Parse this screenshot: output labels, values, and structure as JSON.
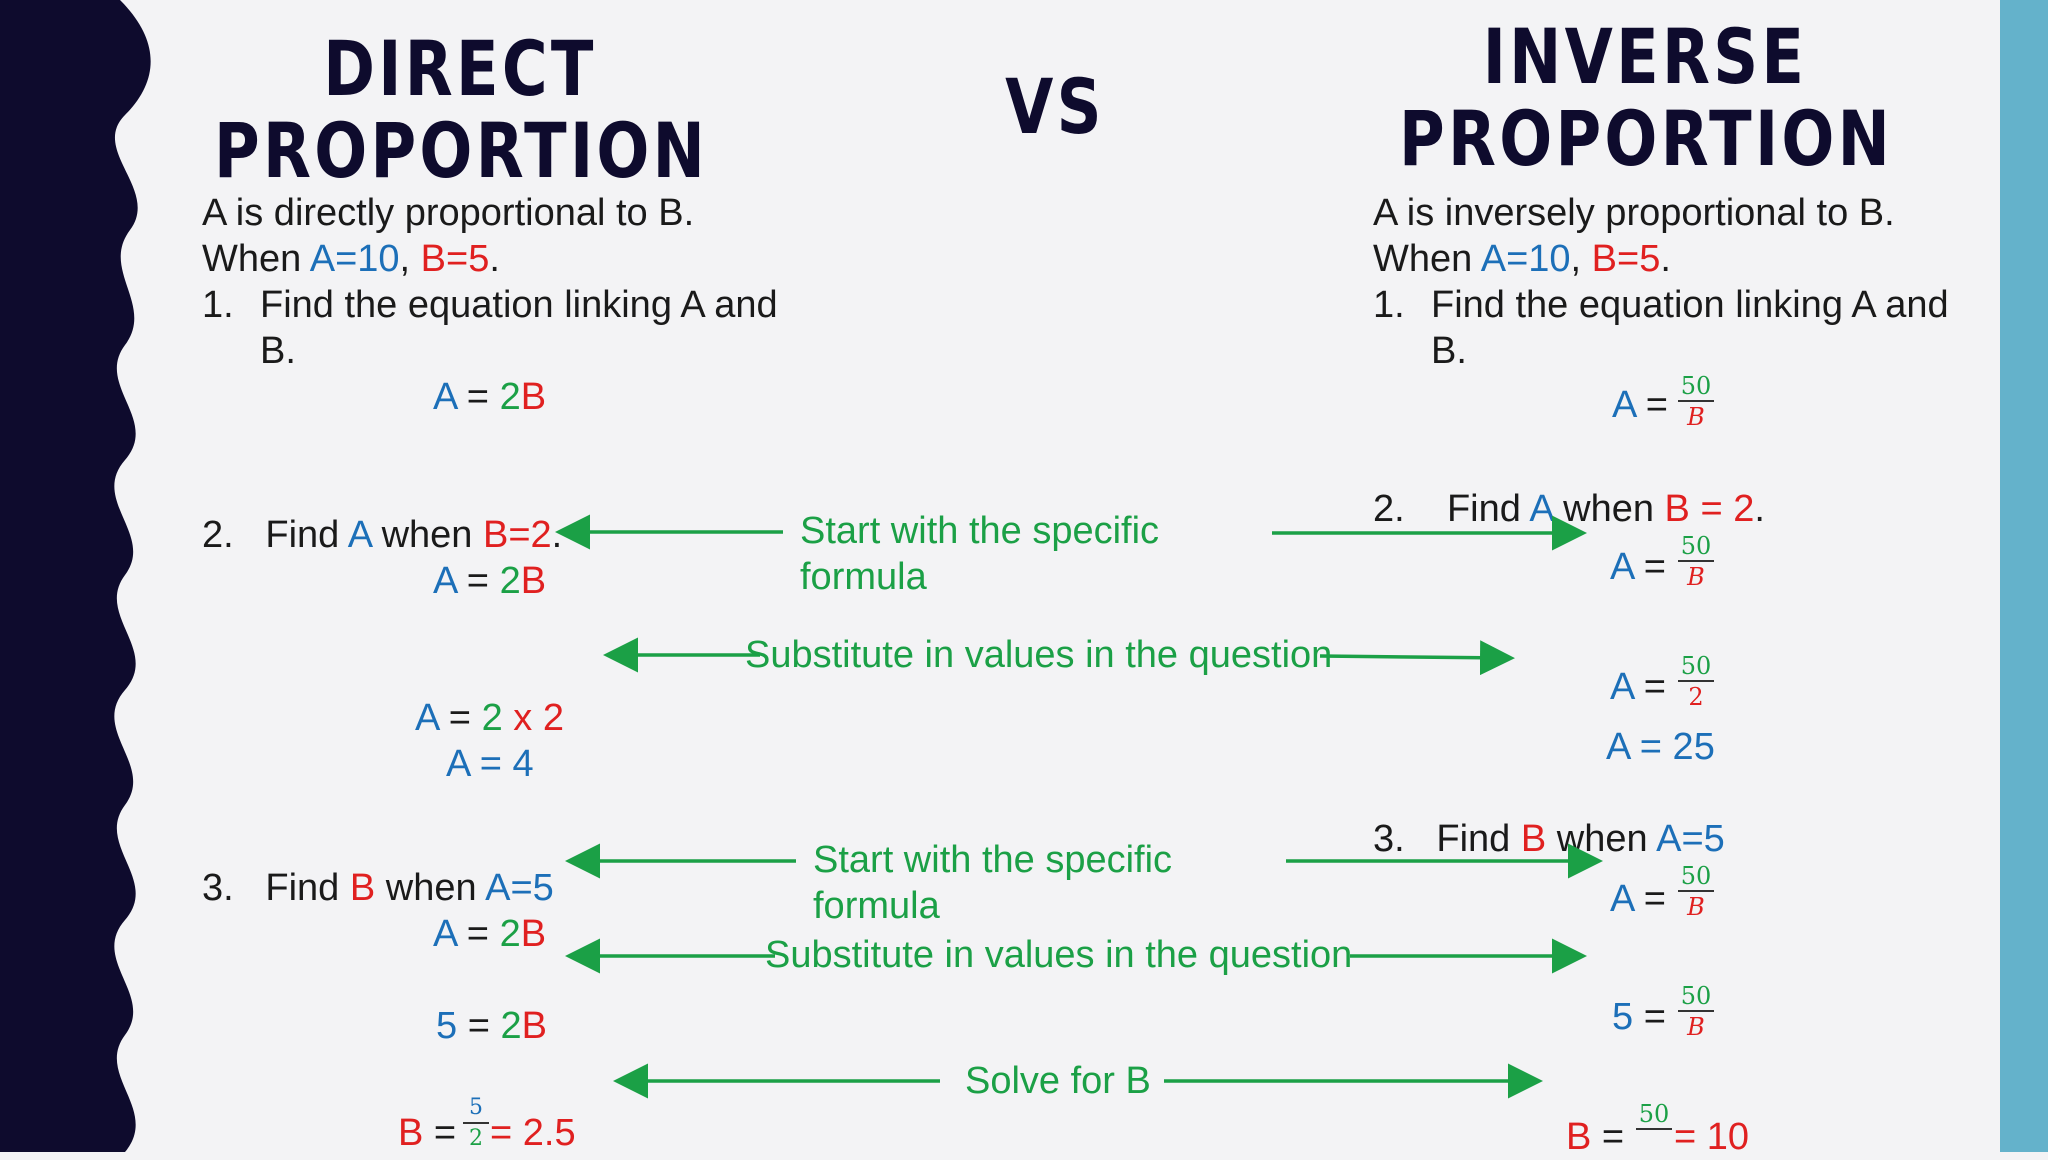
{
  "left": {
    "title_line1": "DIRECT",
    "title_line2": "PROPORTION",
    "intro1": "A is directly proportional to B.",
    "when": "When ",
    "a_val": "A=10",
    "comma": ", ",
    "b_val": "B=5",
    "dot": ".",
    "q1_num": "1.",
    "q1_text1": "Find the equation linking A and",
    "q1_text2": "B.",
    "q2_num": "2.",
    "q2_find": "Find ",
    "q2_a": "A",
    "q2_when": " when ",
    "q2_b": "B=2",
    "q2_dot": ".",
    "calc_a2": "A = 2 x 2",
    "calc_a4": "A = 4",
    "q3_num": "3.",
    "q3_find": "Find ",
    "q3_b": "B",
    "q3_when": " when ",
    "q3_a": "A=5",
    "sub5_a": "5",
    "sub5_eq": " = ",
    "sub5_2": "2",
    "sub5_b": "B",
    "final_b": "B",
    "final_eq": " = ",
    "final_num": "5",
    "final_den": "2",
    "final_res": " = 2.5"
  },
  "eq_A": "A",
  "eq_equals": " = ",
  "eq_2": "2",
  "eq_B": "B",
  "vs": "VS",
  "right": {
    "title_line1": "INVERSE",
    "title_line2": "PROPORTION",
    "intro1": "A is inversely proportional to B.",
    "when": "When ",
    "a_val": "A=10",
    "comma": ", ",
    "b_val": "B=5",
    "dot": ".",
    "q1_num": "1.",
    "q1_text1": "Find the equation linking A and",
    "q1_text2": "B.",
    "frac_num": "50",
    "frac_den": "B",
    "q2_num": "2.",
    "q2_find": "Find ",
    "q2_a": "A",
    "q2_when": " when ",
    "q2_b": "B = 2",
    "q2_dot": ".",
    "frac_den2": "2",
    "a25": "A = 25",
    "q3_num": "3.",
    "q3_find": "Find ",
    "q3_b": "B",
    "q3_when": " when ",
    "q3_a": "A=5",
    "five": "5",
    "b_final": "B",
    "b_res": " = 10"
  },
  "notes": {
    "start1a": "Start with the specific",
    "start1b": "formula",
    "sub1": "Substitute in values in the question",
    "start2a": "Start with the specific",
    "start2b": "formula",
    "sub2": "Substitute in values in the question",
    "solve": "Solve for B"
  },
  "colors": {
    "navy": "#0e0b2d",
    "blue": "#1c6fb8",
    "red": "#e02020",
    "green": "#1ba046",
    "side_bar": "#64b2cb",
    "background": "#f3f3f5"
  }
}
